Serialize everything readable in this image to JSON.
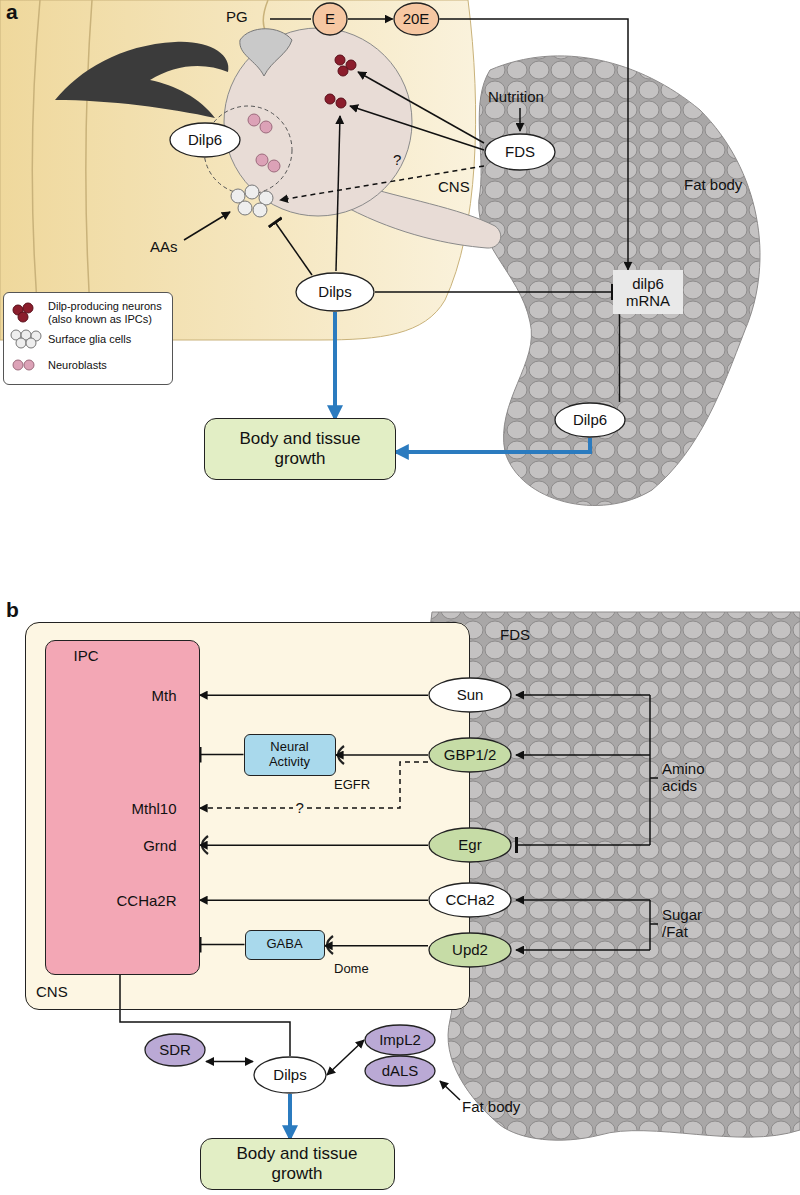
{
  "diagram": {
    "nodes": [
      {
        "text": [
          "E"
        ]
      },
      {
        "text": [
          "20E"
        ]
      },
      {
        "text": [
          "Dilp6"
        ]
      },
      {
        "text": [
          "FDS"
        ]
      },
      {
        "text": [
          "Dilps"
        ]
      },
      {
        "text": [
          "dilp6 mRNA"
        ]
      },
      {
        "text": [
          "Dilp6"
        ]
      },
      {
        "text": [
          "Body and tissue growth"
        ]
      },
      {
        "text": [
          "CNS"
        ]
      },
      {
        "text": [
          "IPC",
          "Mth",
          "Mthl10",
          "Grnd",
          "CCHa2R"
        ],
        "in": 8
      },
      {
        "text": [
          "Neural Activity"
        ],
        "in": 8
      },
      {
        "text": [
          "GABA"
        ],
        "in": 8
      },
      {
        "text": [
          "Sun"
        ]
      },
      {
        "text": [
          "GBP1/2"
        ]
      },
      {
        "text": [
          "Egr"
        ]
      },
      {
        "text": [
          "CCHa2"
        ]
      },
      {
        "text": [
          "Upd2"
        ]
      },
      {
        "text": [
          "SDR"
        ]
      },
      {
        "text": [
          "ImpL2"
        ]
      },
      {
        "text": [
          "dALS"
        ]
      },
      {
        "text": [
          "Dilps"
        ]
      },
      {
        "text": [
          "Body and tissue growth"
        ]
      }
    ],
    "edges": [
      {
        "from": 0,
        "to": 1,
        "arrow": "to"
      },
      {
        "from": 1,
        "to": 5,
        "arrow": "to"
      },
      {
        "from": 4,
        "to": 5,
        "arrow": "to"
      },
      {
        "from": 5,
        "to": 6,
        "arrow": "none"
      },
      {
        "from": 4,
        "to": 7,
        "arrow": "to"
      },
      {
        "from": 6,
        "to": 7,
        "arrow": "to"
      },
      {
        "from": 12,
        "to": 9,
        "arrow": "to"
      },
      {
        "from": 13,
        "to": 10,
        "arrow": "to"
      },
      {
        "from": 10,
        "to": 9,
        "arrow": "to"
      },
      {
        "from": 13,
        "to": 9,
        "arrow": "to",
        "label": "?"
      },
      {
        "from": 14,
        "to": 9,
        "arrow": "to"
      },
      {
        "from": 15,
        "to": 9,
        "arrow": "to"
      },
      {
        "from": 16,
        "to": 11,
        "arrow": "to"
      },
      {
        "from": 11,
        "to": 9,
        "arrow": "to"
      },
      {
        "from": 9,
        "to": 20,
        "arrow": "none"
      },
      {
        "from": 20,
        "to": 17,
        "arrow": "both"
      },
      {
        "from": 20,
        "to": 18,
        "arrow": "both"
      },
      {
        "from": 20,
        "to": 21,
        "arrow": "to"
      }
    ],
    "labels": [
      "a",
      "PG",
      "CNS",
      "Nutrition",
      "AAs",
      "?",
      "Fat body",
      "b",
      "FDS",
      "EGFR",
      "Dome",
      "Amino acids",
      "Sugar /Fat",
      "Fat body"
    ],
    "legend": [
      {
        "text": "Dilp-producing neurons (also known as IPCs)"
      },
      {
        "text": "Surface glia cells"
      },
      {
        "text": "Neuroblasts"
      }
    ]
  }
}
